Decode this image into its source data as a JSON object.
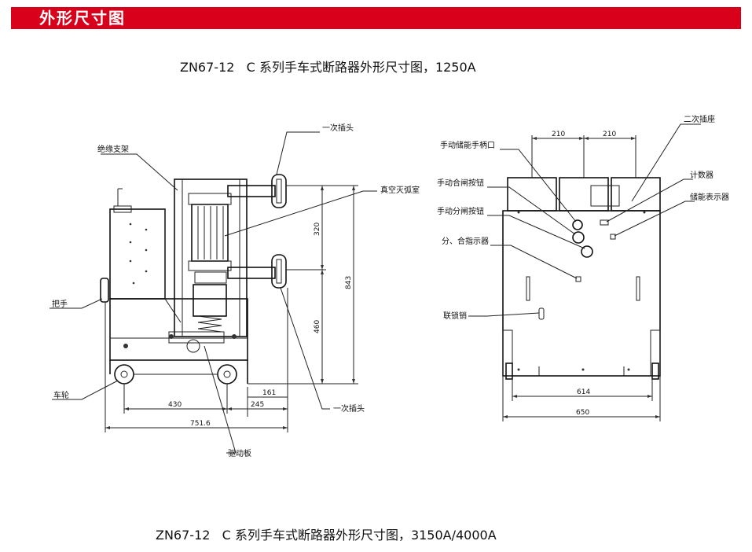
{
  "header": {
    "title": "外形尺寸图",
    "accent_color": "#d9001b"
  },
  "captions": {
    "top": "ZN67-12   C 系列手车式断路器外形尺寸图，1250A",
    "bottom": "ZN67-12   C 系列手车式断路器外形尺寸图，3150A/4000A"
  },
  "side_view": {
    "labels": {
      "primary_plug_top": "一次插头",
      "insulating_support": "绝缘支架",
      "vacuum_interrupter": "真空灭弧室",
      "handle": "把手",
      "wheel": "车轮",
      "primary_plug_bottom": "一次插头",
      "drive_plate": "驱动板"
    },
    "dimensions": {
      "d320": "320",
      "d843": "843",
      "d460": "460",
      "d161": "161",
      "d430": "430",
      "d245": "245",
      "d751_6": "751.6"
    }
  },
  "front_view": {
    "labels": {
      "secondary_socket": "二次插座",
      "manual_charge_handle": "手动储能手柄口",
      "manual_close_button": "手动合闸按钮",
      "manual_open_button": "手动分闸按钮",
      "counter": "计数器",
      "charge_indicator": "储能表示器",
      "open_close_indicator": "分、合指示器",
      "interlock_pin": "联锁销"
    },
    "dimensions": {
      "d210_left": "210",
      "d210_right": "210",
      "d614": "614",
      "d650": "650"
    }
  }
}
